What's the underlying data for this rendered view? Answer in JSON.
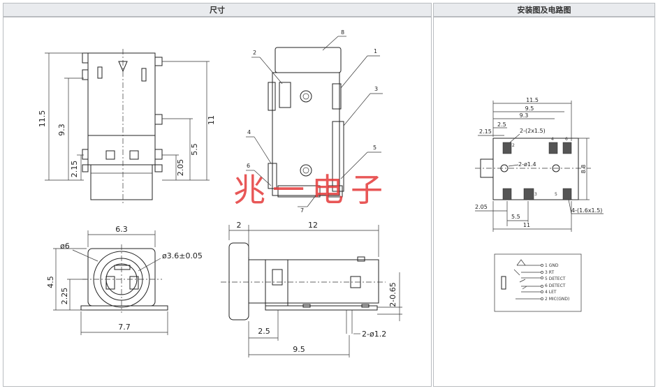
{
  "headers": {
    "left": "尺寸",
    "right": "安装图及电路图"
  },
  "side_view": {
    "dims": [
      "11.5",
      "9.3",
      "2.15",
      "11",
      "5.5",
      "2.05"
    ]
  },
  "part_view": {
    "callouts": [
      "1",
      "2",
      "3",
      "4",
      "5",
      "6",
      "7",
      "8"
    ]
  },
  "front_view": {
    "dims": [
      "6.3",
      "ø6",
      "ø3.6±0.05",
      "4.5",
      "2.25",
      "7.7"
    ]
  },
  "top_view": {
    "dims": [
      "2",
      "12",
      "2.5",
      "9.5",
      "2-0.65",
      "2-ø1.2"
    ]
  },
  "footprint": {
    "dims": [
      "11.5",
      "9.5",
      "9.3",
      "2.5",
      "2.15",
      "2-(2x1.5)",
      "2-ø1.4",
      "8.8",
      "2.05",
      "5.5",
      "11",
      "4-(1.6x1.5)"
    ],
    "pins": [
      "2",
      "4",
      "6",
      "3",
      "5"
    ]
  },
  "circuit": {
    "labels": [
      "1 GND",
      "3 RT",
      "5 DETECT",
      "6 DETECT",
      "4 LET",
      "2 MIC(GND)"
    ]
  },
  "watermark": "兆一电子"
}
